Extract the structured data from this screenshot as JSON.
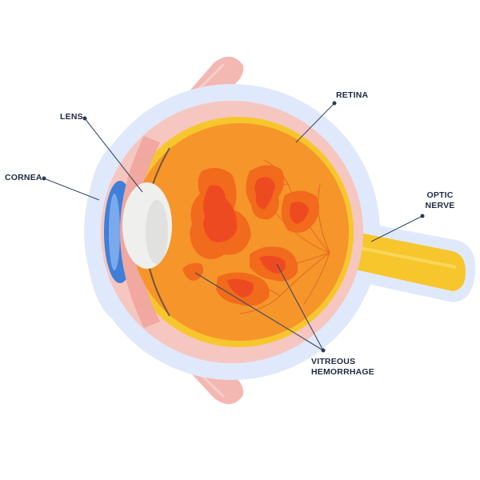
{
  "labels": {
    "lens": "LENS",
    "cornea": "CORNEA",
    "retina": "RETINA",
    "optic_nerve_line1": "OPTIC",
    "optic_nerve_line2": "NERVE",
    "vitreous_line1": "VITREOUS",
    "vitreous_line2": "HEMORRHAGE"
  },
  "colors": {
    "label_text": "#1f2a44",
    "leader_line": "#3a4a66",
    "vitreous_body": "#f5952a",
    "hemorrhage_outer": "#f26a1b",
    "hemorrhage_inner": "#ee4a22",
    "optic_nerve": "#f7c62c",
    "sclera_halo": "#dfe9fb",
    "choroid_pink": "#f6c6c0",
    "lens": "#efefee",
    "cornea_blue": "#3f7fd9",
    "muscle": "#f3b8b2"
  }
}
